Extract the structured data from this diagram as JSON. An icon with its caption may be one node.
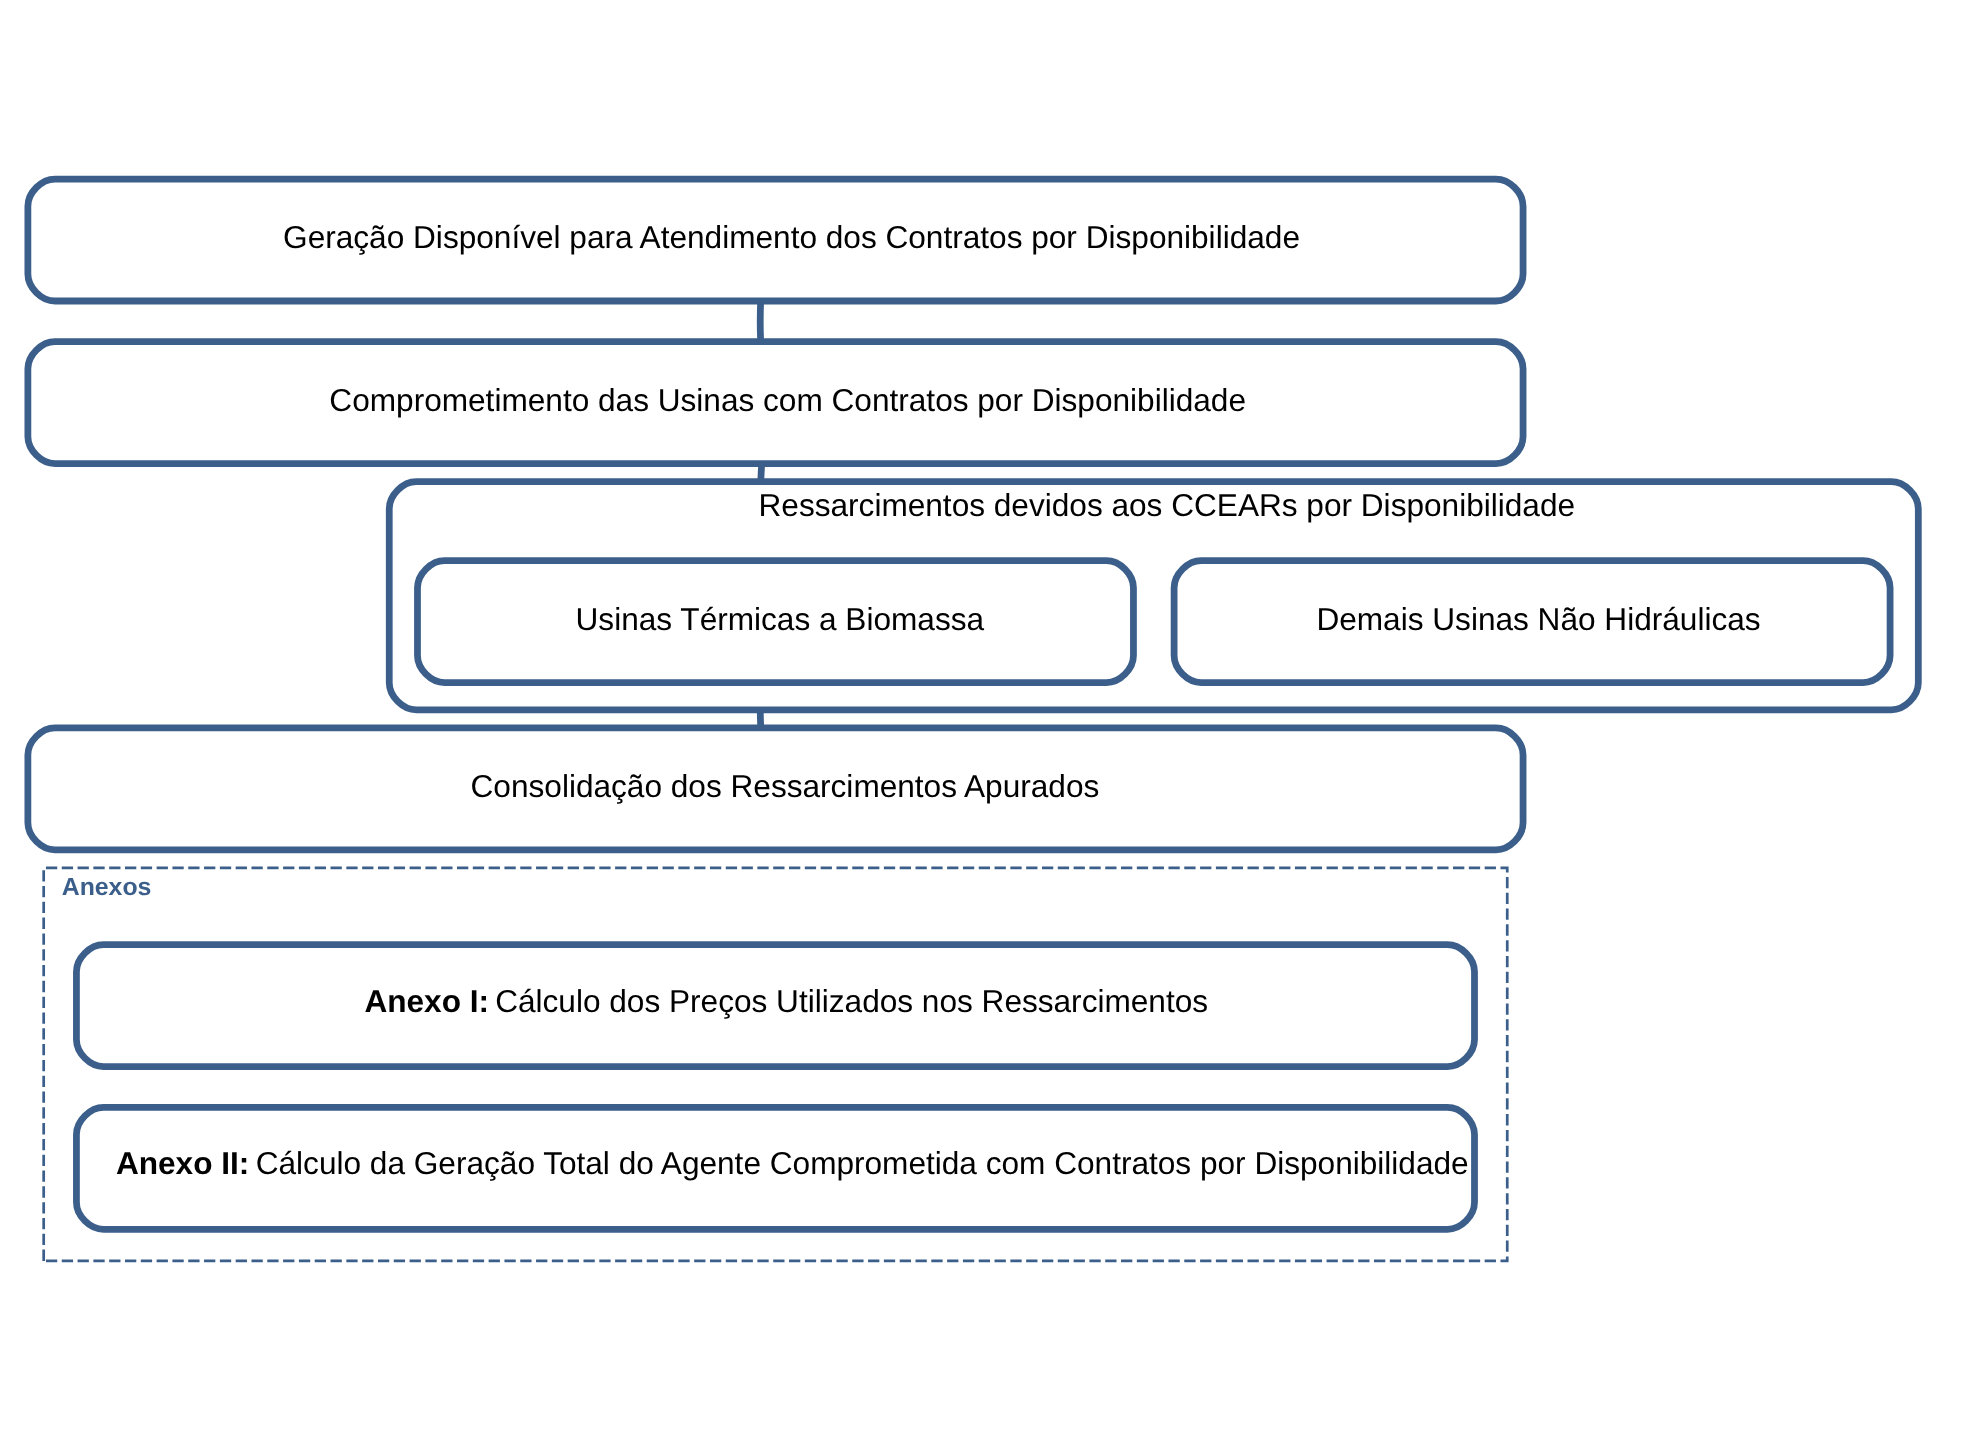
{
  "diagram": {
    "nodes": [
      {
        "text": [
          "Geração Disponível para Atendimento dos Contratos por Disponibilidade"
        ]
      },
      {
        "text": [
          "Comprometimento das Usinas com Contratos por Disponibilidade"
        ]
      },
      {
        "text": [
          "Ressarcimentos devidos aos CCEARs por Disponibilidade"
        ]
      },
      {
        "text": [
          "Usinas Térmicas a Biomassa"
        ],
        "in": 2
      },
      {
        "text": [
          "Demais Usinas Não Hidráulicas"
        ],
        "in": 2
      },
      {
        "text": [
          "Consolidação dos Ressarcimentos Apurados"
        ]
      },
      {
        "text": [
          "Anexos"
        ]
      },
      {
        "text": [
          "**Anexo I:** Cálculo dos Preços Utilizados nos Ressarcimentos"
        ],
        "in": 6
      },
      {
        "text": [
          "**Anexo II:** Cálculo da Geração Total do Agente Comprometida com Contratos por Disponibilidade"
        ],
        "in": 6
      }
    ],
    "edges": [
      {
        "from": 0,
        "to": 1,
        "arrow": "none"
      },
      {
        "from": 1,
        "to": 2,
        "arrow": "none"
      },
      {
        "from": 2,
        "to": 5,
        "arrow": "none"
      }
    ]
  }
}
